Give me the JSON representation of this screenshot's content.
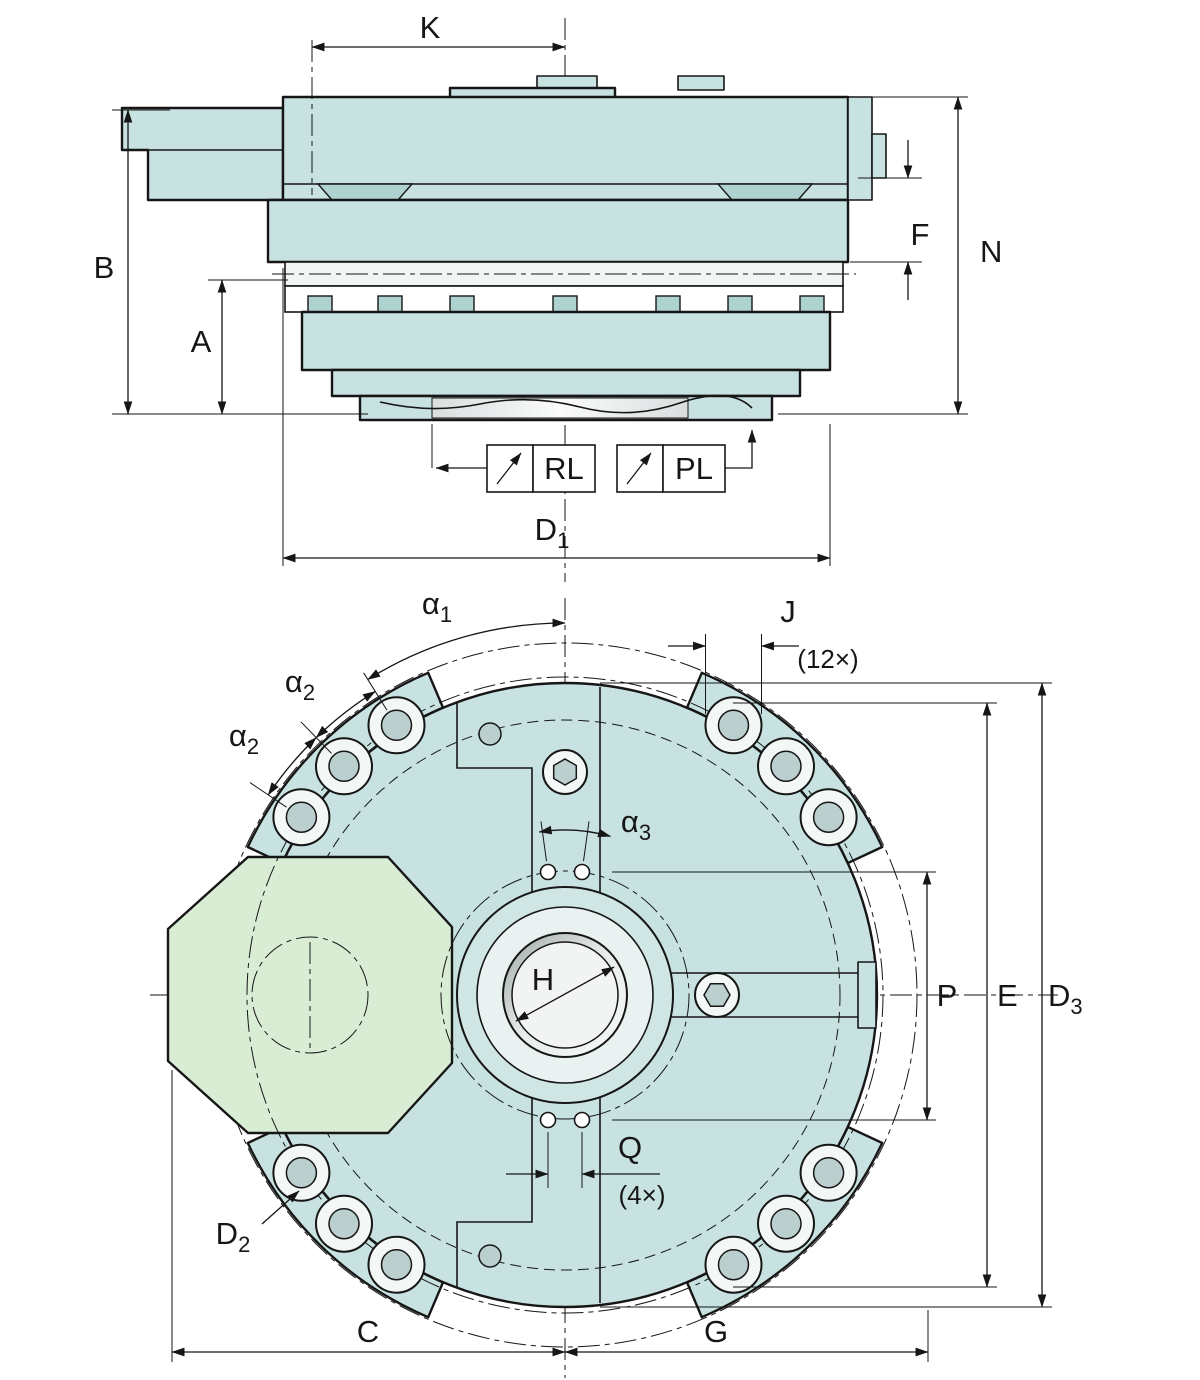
{
  "meta": {
    "type": "technical-dimensional-drawing",
    "views": [
      "side-section-view",
      "front-view"
    ]
  },
  "colors": {
    "housing": "#c7e2e0",
    "housing-dark": "#aed2d0",
    "motor": "#d9edd5",
    "band": "#f1f6f5",
    "bolt-fill": "#bccfcf",
    "line": "#161616",
    "paper": "#ffffff"
  },
  "top_view": {
    "dim_k": "K",
    "dim_b": "B",
    "dim_a": "A",
    "dim_f": "F",
    "dim_n": "N",
    "dim_d1": {
      "base": "D",
      "sub": "1"
    },
    "port_rl": "RL",
    "port_pl": "PL"
  },
  "front_view": {
    "angle_a1": {
      "base": "α",
      "sub": "1"
    },
    "angle_a2": {
      "base": "α",
      "sub": "2"
    },
    "angle_a3": {
      "base": "α",
      "sub": "3"
    },
    "dim_j": "J",
    "dim_j_count": "(12×)",
    "dim_h": "H",
    "dim_p": "P",
    "dim_e": "E",
    "dim_d3": {
      "base": "D",
      "sub": "3"
    },
    "dim_q": "Q",
    "dim_q_count": "(4×)",
    "dim_d2": {
      "base": "D",
      "sub": "2"
    },
    "dim_c": "C",
    "dim_g": "G"
  }
}
